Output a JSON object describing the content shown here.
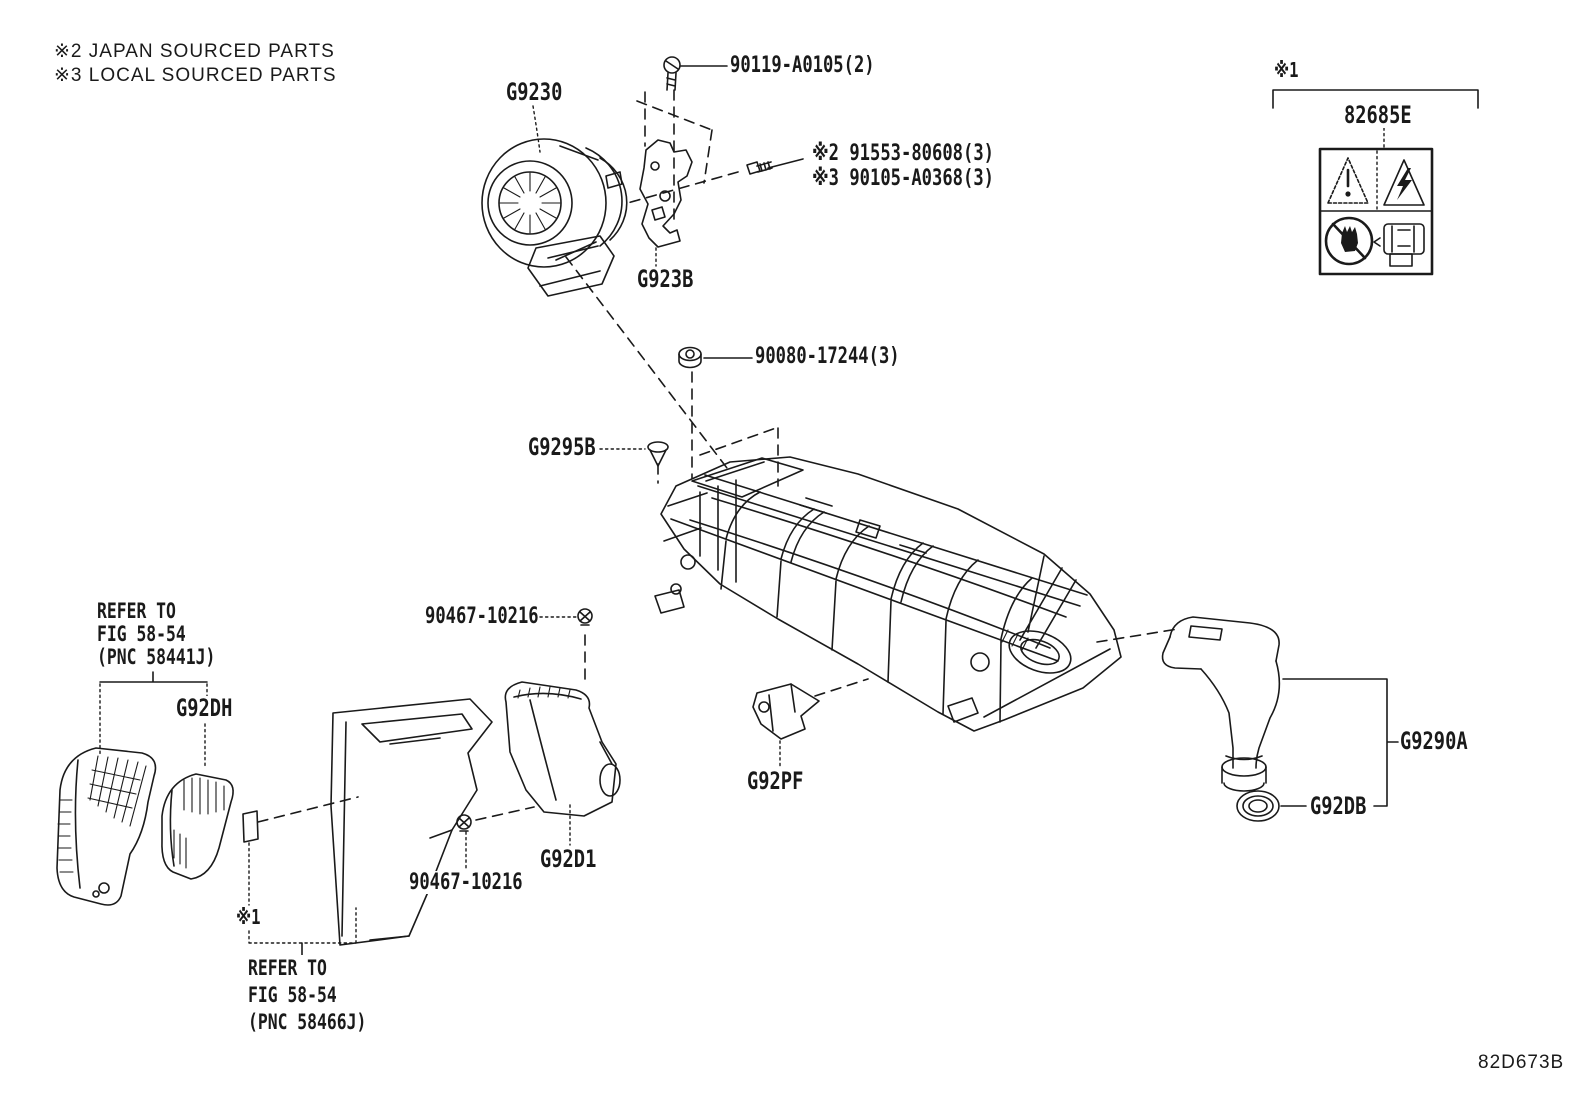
{
  "page": {
    "background": "#ffffff",
    "ink": "#1a1a1a"
  },
  "legend": {
    "line1": "※2 JAPAN SOURCED PARTS",
    "line2": "※3 LOCAL SOURCED PARTS"
  },
  "callouts": {
    "g9230": "G9230",
    "screw_part": "90119-A0105(2)",
    "bolt_part_japan": "※2 91553-80608(3)",
    "bolt_part_local": "※3 90105-A0368(3)",
    "g923b": "G923B",
    "nut_part": "90080-17244(3)",
    "g9295b": "G9295B",
    "note1_top": "※1",
    "warning_label_part": "82685E",
    "refer_top": [
      "REFER TO",
      "FIG 58-54",
      "(PNC 58441J)"
    ],
    "g92dh": "G92DH",
    "clip_part_top": "90467-10216",
    "g92d1": "G92D1",
    "clip_part_bottom": "90467-10216",
    "note1_bottom": "※1",
    "refer_bottom": [
      "REFER TO",
      "FIG 58-54",
      "(PNC 58466J)"
    ],
    "g92pf": "G92PF",
    "g9290a": "G9290A",
    "g92db": "G92DB"
  },
  "footer": {
    "diagram_code": "82D673B"
  }
}
